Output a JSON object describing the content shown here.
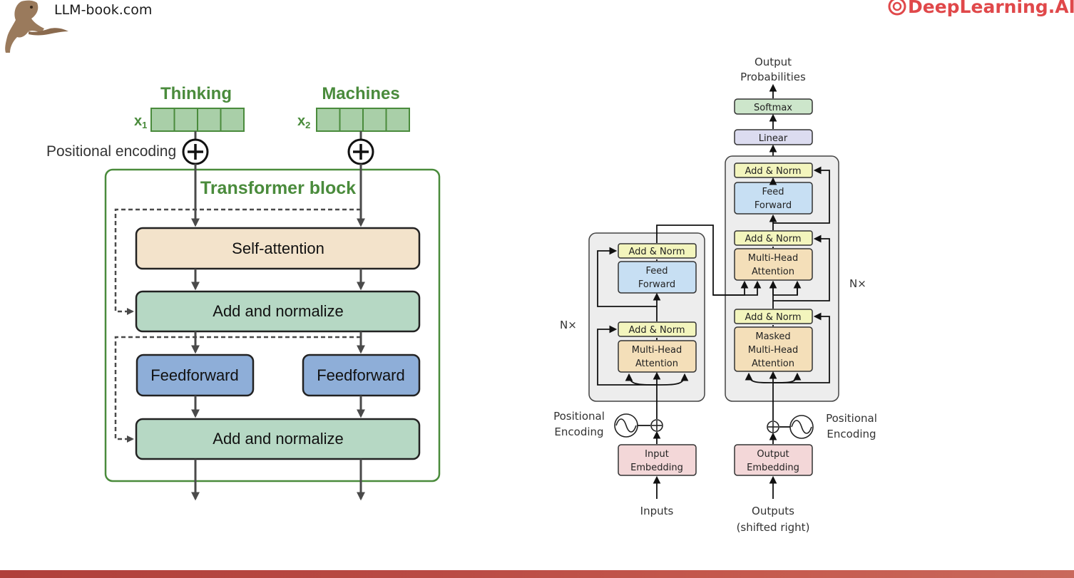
{
  "header": {
    "site_name": "LLM-book.com",
    "brand_name": "DeepLearning.AI",
    "brand_color": "#e0484a"
  },
  "left_diagram": {
    "tokens": [
      {
        "word": "Thinking",
        "symbol": "x",
        "subscript": "1"
      },
      {
        "word": "Machines",
        "symbol": "x",
        "subscript": "2"
      }
    ],
    "positional_encoding_label": "Positional encoding",
    "block_title": "Transformer block",
    "self_attention": "Self-attention",
    "add_norm_1": "Add and normalize",
    "feedforward_1": "Feedforward",
    "feedforward_2": "Feedforward",
    "add_norm_2": "Add and normalize",
    "colors": {
      "green": "#4a8b3c",
      "token_fill": "#a9cfa8",
      "self_attention": "#f3e3cb",
      "add_norm": "#b6d8c4",
      "feedforward": "#8eaed8"
    }
  },
  "right_diagram": {
    "output_probabilities": [
      "Output",
      "Probabilities"
    ],
    "softmax": "Softmax",
    "linear": "Linear",
    "add_norm": "Add & Norm",
    "feed_forward": [
      "Feed",
      "Forward"
    ],
    "multi_head_attention": [
      "Multi-Head",
      "Attention"
    ],
    "masked_multi_head_attention": [
      "Masked",
      "Multi-Head",
      "Attention"
    ],
    "nx": "N×",
    "positional_encoding": [
      "Positional",
      "Encoding"
    ],
    "input_embedding": [
      "Input",
      "Embedding"
    ],
    "output_embedding": [
      "Output",
      "Embedding"
    ],
    "inputs": "Inputs",
    "outputs": [
      "Outputs",
      "(shifted right)"
    ],
    "colors": {
      "softmax": "#cde6cb",
      "linear": "#dcdcf0",
      "add_norm": "#f3f5bd",
      "feed_forward": "#c7dff3",
      "attention": "#f4dfb9",
      "embedding": "#f3d7d8",
      "block_bg": "#ededed"
    }
  }
}
